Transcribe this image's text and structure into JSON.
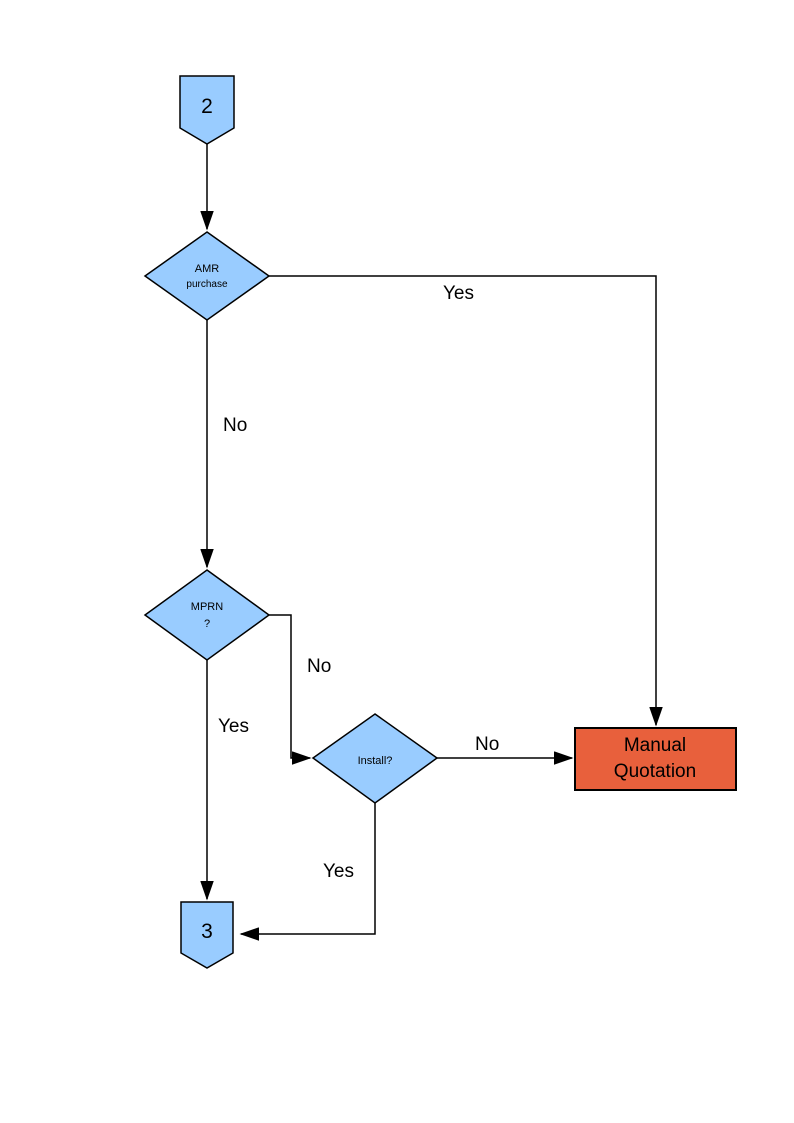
{
  "flowchart": {
    "colors": {
      "blue_fill": "#99CCFF",
      "orange_fill": "#E8603C",
      "stroke": "#000000"
    },
    "nodes": {
      "connector_2": {
        "label": "2"
      },
      "amr": {
        "line1": "AMR",
        "line2": "purchase"
      },
      "mprn": {
        "line1": "MPRN",
        "line2": "?"
      },
      "install": {
        "label": "Install?"
      },
      "manual_quotation": {
        "line1": "Manual",
        "line2": "Quotation"
      },
      "connector_3": {
        "label": "3"
      }
    },
    "edge_labels": {
      "amr_yes": "Yes",
      "amr_no": "No",
      "mprn_no": "No",
      "mprn_yes": "Yes",
      "install_no": "No",
      "install_yes": "Yes"
    }
  }
}
